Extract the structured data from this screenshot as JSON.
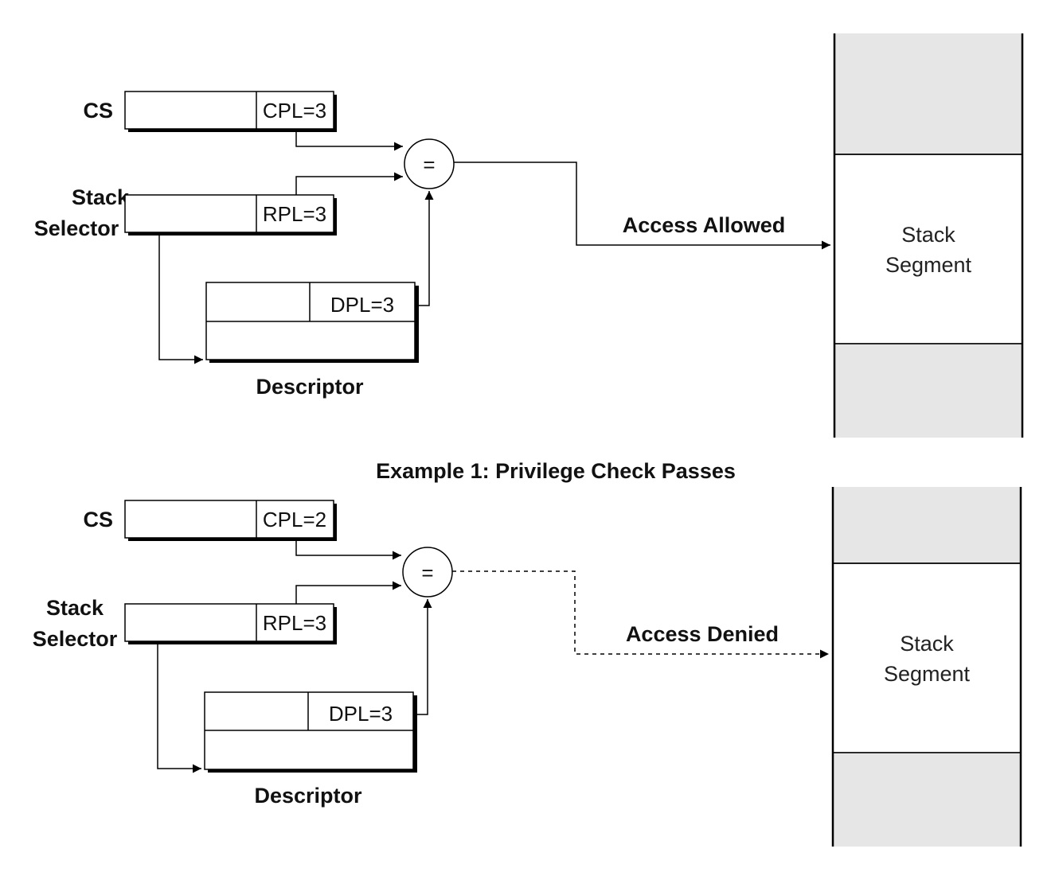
{
  "examples": [
    {
      "cs_label": "CS",
      "cpl_field": "CPL=3",
      "selector_label_line1": "Stack",
      "selector_label_line2": "Selector",
      "rpl_field": "RPL=3",
      "dpl_field": "DPL=3",
      "descriptor_label": "Descriptor",
      "compare_symbol": "=",
      "result_label": "Access Allowed",
      "result_style": "solid",
      "segment_line1": "Stack",
      "segment_line2": "Segment",
      "caption": "Example 1: Privilege Check Passes"
    },
    {
      "cs_label": "CS",
      "cpl_field": "CPL=2",
      "selector_label_line1": "Stack",
      "selector_label_line2": "Selector",
      "rpl_field": "RPL=3",
      "dpl_field": "DPL=3",
      "descriptor_label": "Descriptor",
      "compare_symbol": "=",
      "result_label": "Access Denied",
      "result_style": "dashed",
      "segment_line1": "Stack",
      "segment_line2": "Segment",
      "caption": ""
    }
  ],
  "colors": {
    "stroke": "#000000",
    "segment_shading": "#e6e6e6",
    "background": "#ffffff"
  }
}
